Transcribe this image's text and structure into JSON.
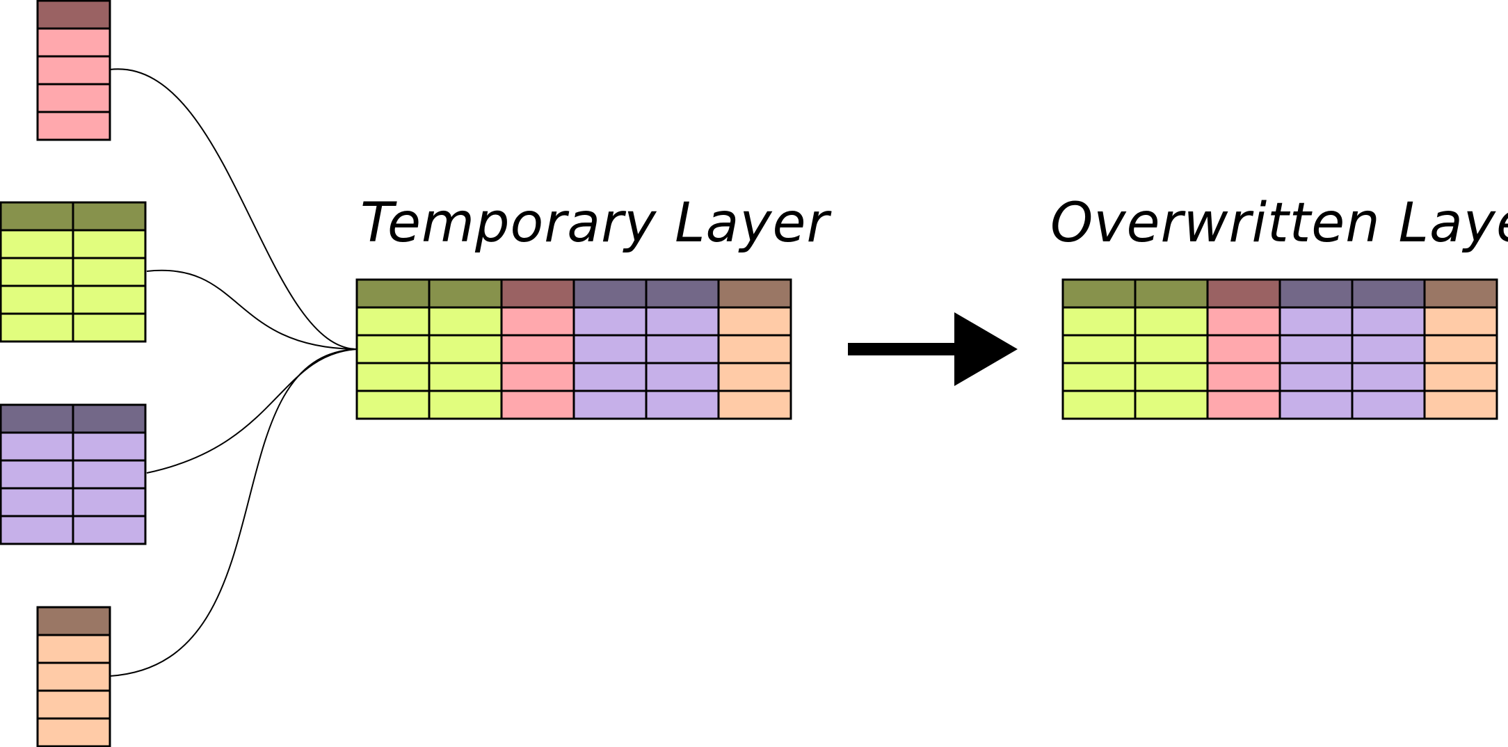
{
  "labels": {
    "temporary_layer": "Temporary Layer",
    "overwritten_layer": "Overwritten Layer"
  },
  "colors": {
    "pink": {
      "header": "#9a6263",
      "body": "#ffa8ad"
    },
    "green": {
      "header": "#87924c",
      "body": "#e1fd7e"
    },
    "purple": {
      "header": "#736888",
      "body": "#c6b0e9"
    },
    "orange": {
      "header": "#9a7765",
      "body": "#ffcba7"
    },
    "line": "#000000"
  },
  "source_tables": [
    {
      "name": "pink-source-table",
      "color": "pink",
      "columns": 1,
      "rows": 4
    },
    {
      "name": "green-source-table",
      "color": "green",
      "columns": 2,
      "rows": 4
    },
    {
      "name": "purple-source-table",
      "color": "purple",
      "columns": 2,
      "rows": 4
    },
    {
      "name": "orange-source-table",
      "color": "orange",
      "columns": 1,
      "rows": 4
    }
  ],
  "merged_columns": [
    "green",
    "green",
    "pink",
    "purple",
    "purple",
    "orange"
  ],
  "merged_rows": 4,
  "icons": {
    "transition_arrow": "right-arrow-icon"
  }
}
